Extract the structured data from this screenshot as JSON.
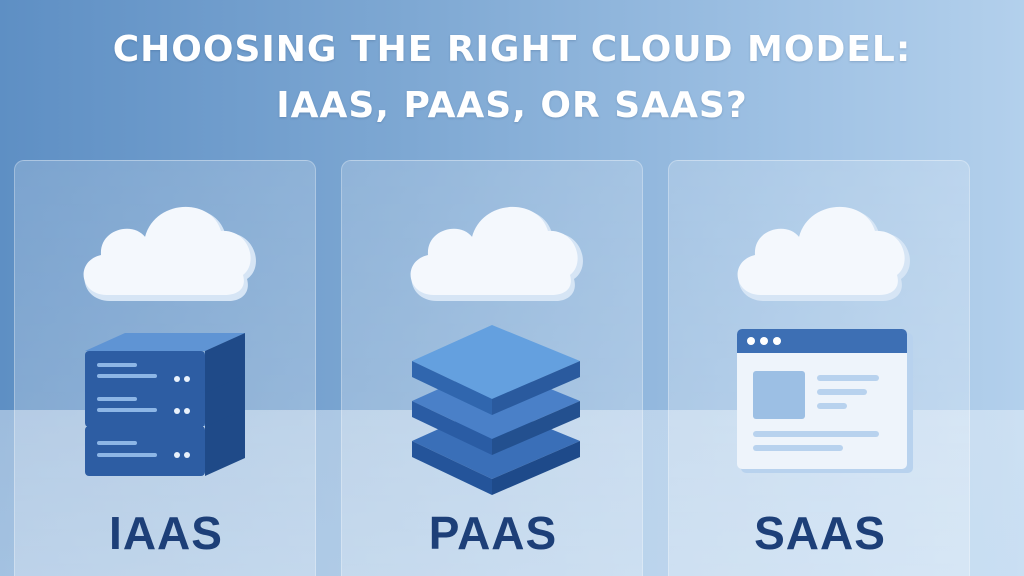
{
  "title": {
    "line1": "CHOOSING THE RIGHT CLOUD MODEL:",
    "line2": "IAAS, PAAS, OR SAAS?"
  },
  "panels": [
    {
      "label": "IAAS",
      "icon": "server-rack-icon"
    },
    {
      "label": "PAAS",
      "icon": "stacked-layers-icon"
    },
    {
      "label": "SAAS",
      "icon": "browser-window-icon"
    }
  ],
  "colors": {
    "label_text": "#1d3f78",
    "icon_dark": "#2d5da3",
    "icon_light": "#5f94d4",
    "cloud": "#f4f8fd"
  }
}
